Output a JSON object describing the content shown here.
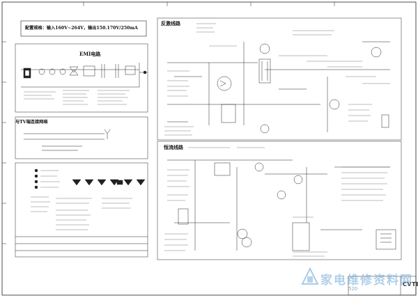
{
  "document": {
    "spec_text": "配置规格：输入160V~264V，输出150.170V/250mA",
    "sections": {
      "emi": "EMI电路",
      "feedback": "反激线路",
      "tv_interface": "与TV端连接网络",
      "constant_current": "恒流线路"
    },
    "brand_mark": "CVTE"
  },
  "watermark": {
    "text": "家电维修资料网",
    "site": "520"
  },
  "colors": {
    "ink": "#111111",
    "border": "#222222",
    "watermark": "#6fa8d8"
  }
}
